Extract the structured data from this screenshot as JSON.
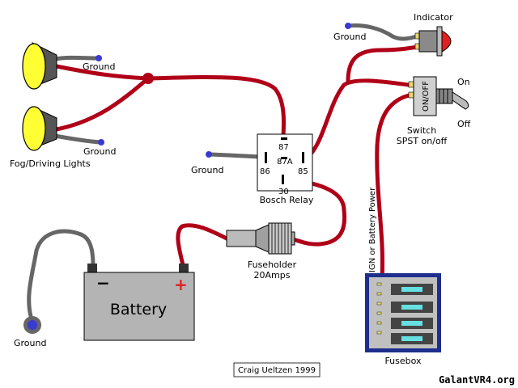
{
  "labels": {
    "ground_light_top": "Ground",
    "ground_light_bottom": "Ground",
    "fog_lights": "Fog/Driving Lights",
    "ground_relay": "Ground",
    "ground_battery": "Ground",
    "ground_indicator": "Ground",
    "indicator": "Indicator",
    "switch_on": "On",
    "switch_off": "Off",
    "switch_name": "Switch",
    "switch_type": "SPST on/off",
    "switch_face": "ON/OFF",
    "relay_name": "Bosch Relay",
    "fuseholder_name": "Fuseholder",
    "fuseholder_rating": "20Amps",
    "battery_name": "Battery",
    "battery_minus": "−",
    "battery_plus": "+",
    "ign_power": "IGN or Battery Power",
    "fusebox_name": "Fusebox",
    "credit": "Craig Ueltzen 1999",
    "watermark": "GalantVR4.org"
  },
  "relay_pins": {
    "p87": "87",
    "p87a": "87A",
    "p86": "86",
    "p85": "85",
    "p30": "30"
  },
  "colors": {
    "wire_red": "#b00018",
    "wire_gray": "#666666",
    "ground_dot": "#3a3ad0",
    "lamp_yellow": "#ffff33",
    "indicator_red": "#e02020",
    "fusebox_blue": "#1e2e8c",
    "fuse_cyan": "#66e0e0",
    "battery_gray": "#b4b4b4"
  }
}
